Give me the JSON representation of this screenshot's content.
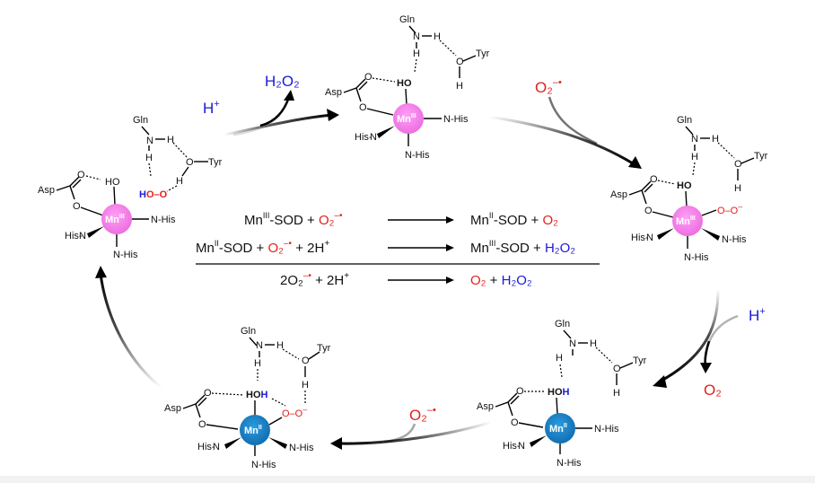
{
  "labels": {
    "gln": "Gln",
    "tyr": "Tyr",
    "asp": "Asp",
    "his_right": "N-His",
    "his_left": "His-",
    "n": "N",
    "h": "H",
    "o": "O",
    "ho": "HO",
    "hoo": "HOO",
    "oo_minus": "O–O",
    "mn": "Mn",
    "ox3": "III",
    "ox2": "II",
    "minus": "–"
  },
  "reagents": {
    "h_plus": "H",
    "plus_sup": "+",
    "h2o2": "H₂O₂",
    "o2_superoxide": "O₂",
    "o2": "O₂",
    "radical_sup": "–•"
  },
  "equations": {
    "eq1_left_a": "Mn",
    "eq1_left_sup": "III",
    "eq1_left_b": "-SOD  +  ",
    "eq1_o2": "O₂",
    "eq1_o2_sup": "–•",
    "eq1_right_a": "Mn",
    "eq1_right_sup": "II",
    "eq1_right_b": "-SOD  +  ",
    "eq1_product": "O₂",
    "eq2_left_a": "Mn",
    "eq2_left_sup": "II",
    "eq2_left_b": "-SOD  +  ",
    "eq2_o2": "O₂",
    "eq2_o2_sup": "–•",
    "eq2_plus": "  +  2H",
    "eq2_plus_sup": "+",
    "eq2_right_a": "Mn",
    "eq2_right_sup": "III",
    "eq2_right_b": "-SOD  +  ",
    "eq2_product": "H₂O₂",
    "eq3_left_a": "2O₂",
    "eq3_left_sup": "–•",
    "eq3_plus": "  +  2H",
    "eq3_plus_sup": "+",
    "eq3_product1": "O₂",
    "eq3_plus2": "  +  ",
    "eq3_product2": "H₂O₂"
  },
  "colors": {
    "mn3": "#f27ee8",
    "mn2": "#1a86c8",
    "red": "#e0211e",
    "blue": "#1a1ad6"
  }
}
